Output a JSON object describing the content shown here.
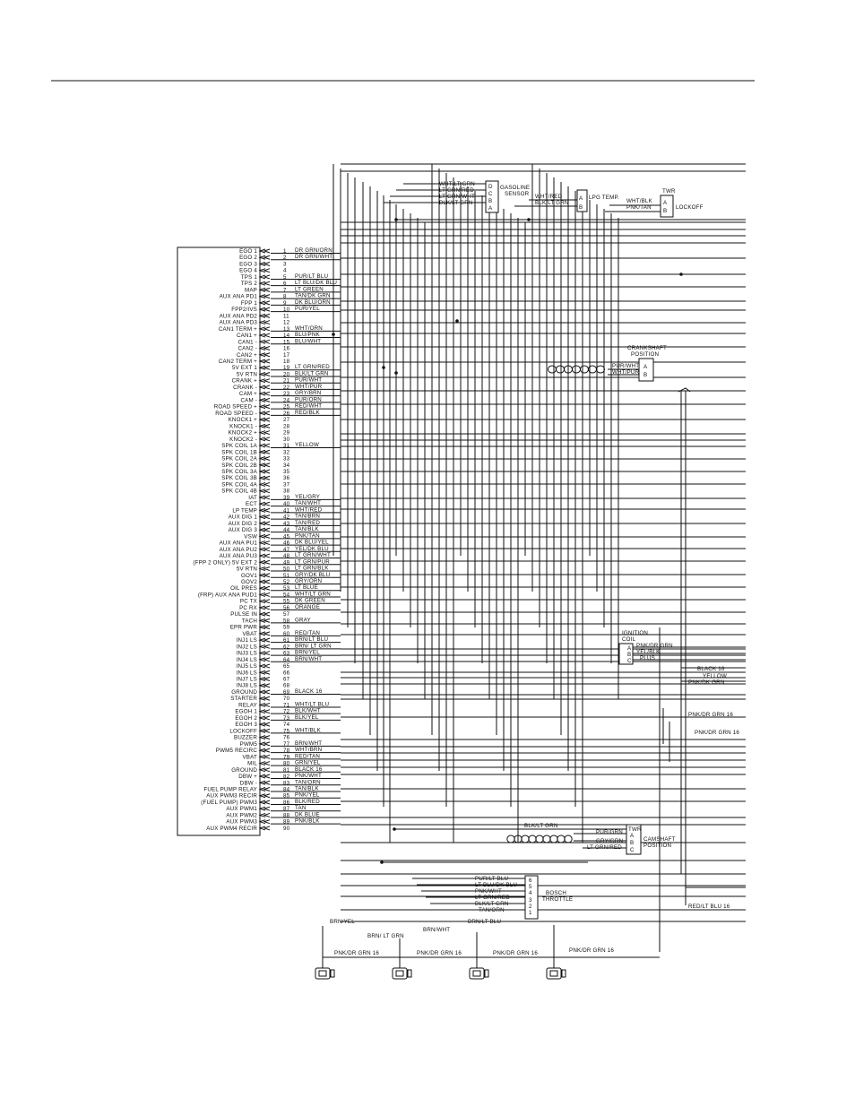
{
  "ecm_pins": [
    {
      "n": "1",
      "label": "EGO 1",
      "wire": "DR GRN/ORN"
    },
    {
      "n": "2",
      "label": "EGO 2",
      "wire": "DR GRN/WHT"
    },
    {
      "n": "3",
      "label": "EGO 3",
      "wire": ""
    },
    {
      "n": "4",
      "label": "EGO 4",
      "wire": ""
    },
    {
      "n": "5",
      "label": "TPS 1",
      "wire": "PUR/LT BLU"
    },
    {
      "n": "6",
      "label": "TPS 2",
      "wire": "LT BLU/DK BLU"
    },
    {
      "n": "7",
      "label": "MAP",
      "wire": "LT GREEN"
    },
    {
      "n": "8",
      "label": "AUX ANA PD1",
      "wire": "TAN/DK GRN"
    },
    {
      "n": "9",
      "label": "FPP 1",
      "wire": "DK BLU/ORN"
    },
    {
      "n": "10",
      "label": "FPP2/IVS",
      "wire": "PUR/YEL"
    },
    {
      "n": "11",
      "label": "AUX ANA PD2",
      "wire": ""
    },
    {
      "n": "12",
      "label": "AUX ANA PD3",
      "wire": ""
    },
    {
      "n": "13",
      "label": "CAN1 TERM +",
      "wire": "WHT/ORN"
    },
    {
      "n": "14",
      "label": "CAN1 +",
      "wire": "BLU/PNK"
    },
    {
      "n": "15",
      "label": "CAN1 -",
      "wire": "BLU/WHT"
    },
    {
      "n": "16",
      "label": "CAN2 -",
      "wire": ""
    },
    {
      "n": "17",
      "label": "CAN2 +",
      "wire": ""
    },
    {
      "n": "18",
      "label": "CAN2 TERM +",
      "wire": ""
    },
    {
      "n": "19",
      "label": "5V EXT 1",
      "wire": "LT GRN/RED"
    },
    {
      "n": "20",
      "label": "5V RTN",
      "wire": "BLK/LT GRN"
    },
    {
      "n": "21",
      "label": "CRANK +",
      "wire": "PUR/WHT"
    },
    {
      "n": "22",
      "label": "CRANK -",
      "wire": "WHT/PUR"
    },
    {
      "n": "23",
      "label": "CAM +",
      "wire": "GRY/BRN"
    },
    {
      "n": "24",
      "label": "CAM -",
      "wire": "PUR/ORN"
    },
    {
      "n": "25",
      "label": "ROAD SPEED +",
      "wire": "RED/WHT"
    },
    {
      "n": "26",
      "label": "ROAD SPEED -",
      "wire": "RED/BLK"
    },
    {
      "n": "27",
      "label": "KNOCK1 +",
      "wire": ""
    },
    {
      "n": "28",
      "label": "KNOCK1 -",
      "wire": ""
    },
    {
      "n": "29",
      "label": "KNOCK2 +",
      "wire": ""
    },
    {
      "n": "30",
      "label": "KNOCK2 -",
      "wire": ""
    },
    {
      "n": "31",
      "label": "SPK COIL 1A",
      "wire": "YELLOW"
    },
    {
      "n": "32",
      "label": "SPK COIL 1B",
      "wire": ""
    },
    {
      "n": "33",
      "label": "SPK COIL 2A",
      "wire": ""
    },
    {
      "n": "34",
      "label": "SPK COIL 2B",
      "wire": ""
    },
    {
      "n": "35",
      "label": "SPK COIL 3A",
      "wire": ""
    },
    {
      "n": "36",
      "label": "SPK COIL 3B",
      "wire": ""
    },
    {
      "n": "37",
      "label": "SPK COIL 4A",
      "wire": ""
    },
    {
      "n": "38",
      "label": "SPK COIL 4B",
      "wire": ""
    },
    {
      "n": "39",
      "label": "IAT",
      "wire": "YEL/GRY"
    },
    {
      "n": "40",
      "label": "ECT",
      "wire": "TAN/WHT"
    },
    {
      "n": "41",
      "label": "LP TEMP",
      "wire": "WHT/RED"
    },
    {
      "n": "42",
      "label": "AUX DIG 1",
      "wire": "TAN/BRN"
    },
    {
      "n": "43",
      "label": "AUX DIG 2",
      "wire": "TAN/RED"
    },
    {
      "n": "44",
      "label": "AUX DIG 3",
      "wire": "TAN/BLK"
    },
    {
      "n": "45",
      "label": "VSW",
      "wire": "PNK/TAN"
    },
    {
      "n": "46",
      "label": "AUX ANA PU1",
      "wire": "DK BLU/YEL"
    },
    {
      "n": "47",
      "label": "AUX ANA PU2",
      "wire": "YEL/DK BLU"
    },
    {
      "n": "48",
      "label": "AUX ANA PU3",
      "wire": "LT GRN/WHT"
    },
    {
      "n": "49",
      "label": "(FPP 2 ONLY) 5V EXT 2",
      "wire": "LT GRN/PUR"
    },
    {
      "n": "50",
      "label": "5V RTN",
      "wire": "LT GRN/BLK"
    },
    {
      "n": "51",
      "label": "GOV1",
      "wire": "GRY/DK BLU"
    },
    {
      "n": "52",
      "label": "GOV2",
      "wire": "GRY/ORN"
    },
    {
      "n": "53",
      "label": "OIL PRES",
      "wire": "LT BLUE"
    },
    {
      "n": "54",
      "label": "(FRP) AUX ANA PUD1",
      "wire": "WHT/LT GRN"
    },
    {
      "n": "55",
      "label": "PC TX",
      "wire": "DK GREEN"
    },
    {
      "n": "56",
      "label": "PC RX",
      "wire": "ORANGE"
    },
    {
      "n": "57",
      "label": "PULSE IN",
      "wire": ""
    },
    {
      "n": "58",
      "label": "TACH",
      "wire": "GRAY"
    },
    {
      "n": "59",
      "label": "EPR PWR",
      "wire": ""
    },
    {
      "n": "60",
      "label": "VBAT",
      "wire": "RED/TAN"
    },
    {
      "n": "61",
      "label": "INJ1 LS",
      "wire": "BRN/LT BLU"
    },
    {
      "n": "62",
      "label": "INJ2 LS",
      "wire": "BRN/ LT GRN"
    },
    {
      "n": "63",
      "label": "INJ3 LS",
      "wire": "BRN/YEL"
    },
    {
      "n": "64",
      "label": "INJ4 LS",
      "wire": "BRN/WHT"
    },
    {
      "n": "65",
      "label": "INJ5 LS",
      "wire": ""
    },
    {
      "n": "66",
      "label": "INJ6 LS",
      "wire": ""
    },
    {
      "n": "67",
      "label": "INJ7 LS",
      "wire": ""
    },
    {
      "n": "68",
      "label": "INJ8 LS",
      "wire": ""
    },
    {
      "n": "69",
      "label": "GROUND",
      "wire": "BLACK 16"
    },
    {
      "n": "70",
      "label": "STARTER",
      "wire": ""
    },
    {
      "n": "71",
      "label": "RELAY",
      "wire": "WHT/LT BLU"
    },
    {
      "n": "72",
      "label": "EGOH 1",
      "wire": "BLK/WHT"
    },
    {
      "n": "73",
      "label": "EGOH 2",
      "wire": "BLK/YEL"
    },
    {
      "n": "74",
      "label": "EGOH 3",
      "wire": ""
    },
    {
      "n": "75",
      "label": "LOCKOFF",
      "wire": "WHT/BLK"
    },
    {
      "n": "76",
      "label": "BUZZER",
      "wire": ""
    },
    {
      "n": "77",
      "label": "PWM5",
      "wire": "BRN/WHT"
    },
    {
      "n": "78",
      "label": "PWM5 RECIRC",
      "wire": "WHT/BRN"
    },
    {
      "n": "79",
      "label": "VBAT",
      "wire": "RED/TAN"
    },
    {
      "n": "80",
      "label": "MIL",
      "wire": "GRN/YEL"
    },
    {
      "n": "81",
      "label": "GROUND",
      "wire": "BLACK 16"
    },
    {
      "n": "82",
      "label": "DBW +",
      "wire": "PNK/WHT"
    },
    {
      "n": "83",
      "label": "DBW -",
      "wire": "TAN/ORN"
    },
    {
      "n": "84",
      "label": "FUEL PUMP RELAY",
      "wire": "TAN/BLK"
    },
    {
      "n": "85",
      "label": "AUX PWM3 RECIR",
      "wire": "PNK/YEL"
    },
    {
      "n": "86",
      "label": "(FUEL PUMP) PWM3",
      "wire": "BLK/RED"
    },
    {
      "n": "87",
      "label": "AUX PWM1",
      "wire": "TAN"
    },
    {
      "n": "88",
      "label": "AUX PWM2",
      "wire": "DK BLUE"
    },
    {
      "n": "89",
      "label": "AUX PWM3",
      "wire": "PNK/BLK"
    },
    {
      "n": "90",
      "label": "AUX PWM4 RECIR",
      "wire": ""
    }
  ],
  "gasoline_sensor": {
    "name_line1": "GASOLINE",
    "name_line2": "SENSOR",
    "pins": [
      "D",
      "C",
      "B",
      "A"
    ],
    "wires": [
      "WHT/LT GRN",
      "LT GRN/RED",
      "LT GRN/WHT",
      "BLK/LT GRN"
    ]
  },
  "lpg_temp": {
    "name": "LPG TEMP.",
    "pins": [
      "A",
      "B"
    ],
    "wires": [
      "WHT/RED",
      "BLK/LT GRN"
    ]
  },
  "twr_lockoff": {
    "header": "TWR",
    "name": "LOCKOFF",
    "pins": [
      "A",
      "B"
    ],
    "wires": [
      "WHT/BLK",
      "PNK/TAN"
    ]
  },
  "crankshaft": {
    "name_line1": "CRANKSHAFT",
    "name_line2": "POSITION",
    "pins": [
      "A",
      "B"
    ],
    "wires": [
      "PUR/WHT",
      "WHT/PUR"
    ]
  },
  "ignition_coil": {
    "name_line1": "IGNITION",
    "name_line2": "COIL",
    "pins": [
      "A",
      "B",
      "C"
    ],
    "wires": [
      "PNK/DR GRN",
      "YEL/BLK",
      "PLUS"
    ],
    "extra_wires": [
      "BLACK 16",
      "YELLOW",
      "PNK/DK GRN"
    ]
  },
  "camshaft": {
    "header": "TWR",
    "name_line1": "CAMSHAFT",
    "name_line2": "POSITION",
    "pins": [
      "A",
      "B",
      "C"
    ],
    "wires": [
      "PUR/GRN",
      "GRY/GRN",
      "LT GRN/RED"
    ],
    "top_wire": "BLK/LT GRN"
  },
  "bosch_throttle": {
    "name_line1": "BOSCH",
    "name_line2": "THROTTLE",
    "pins": [
      "6",
      "5",
      "4",
      "3",
      "2",
      "1"
    ],
    "wires": [
      "PUR/LT BLU",
      "LT BLU/DK BLU",
      "PNK/WHT",
      "LT GRN/RED",
      "BLK/LT GRN",
      "TAN/ORN"
    ]
  },
  "right_side_labels": {
    "pnk_dr_grn_16_a": "PNK/DR GRN 16",
    "pnk_dr_grn_16_b": "PNK/DR GRN 16",
    "red_lt_blu_16": "RED/LT BLU 16"
  },
  "injector_section": {
    "wire_labels": [
      "BRN/YEL",
      "BRN/ LT GRN",
      "BRN/WHT",
      "BRN/LT BLU"
    ],
    "bus_labels": [
      "PNK/DR GRN 16",
      "PNK/DR GRN 16",
      "PNK/DR GRN 16",
      "PNK/DR GRN 16"
    ]
  }
}
